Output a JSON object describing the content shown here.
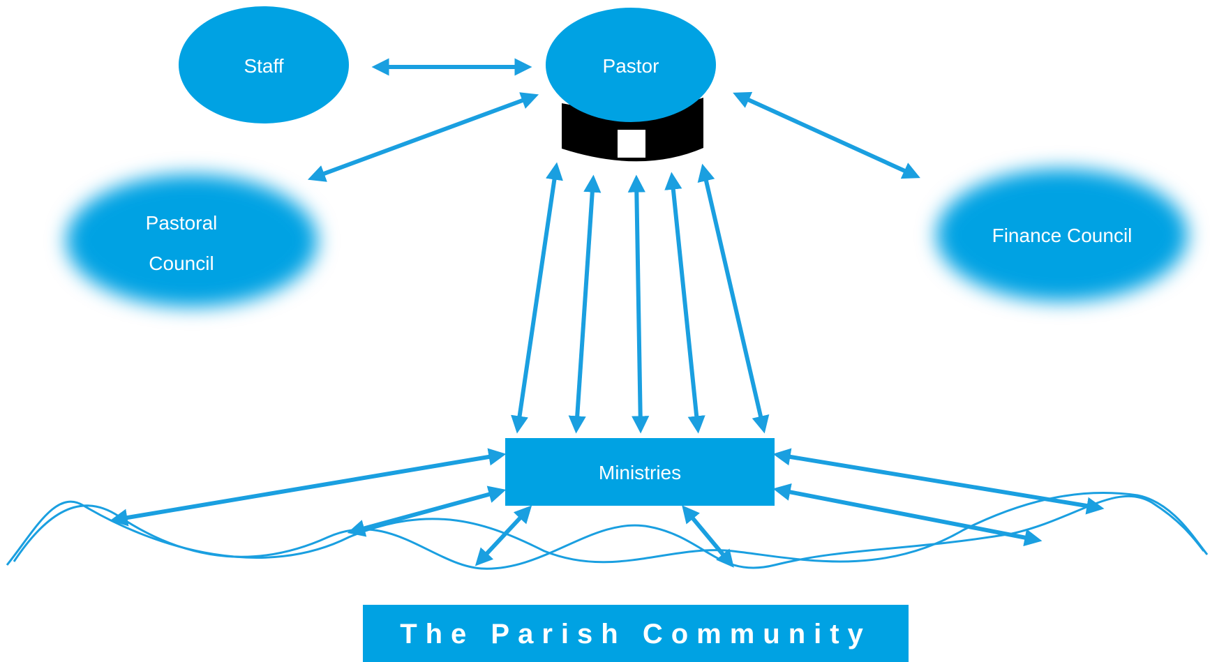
{
  "nodes": {
    "staff": "Staff",
    "pastor": "Pastor",
    "pastoral_council": [
      "Pastoral",
      "Council"
    ],
    "finance_council": "Finance Council",
    "ministries": "Ministries"
  },
  "banner": "The Parish Community",
  "colors": {
    "node_fill": "#00a2e3",
    "arrow": "#1a9fe0",
    "collar": "#000000",
    "wave": "#1a9fe0",
    "text": "#ffffff"
  }
}
